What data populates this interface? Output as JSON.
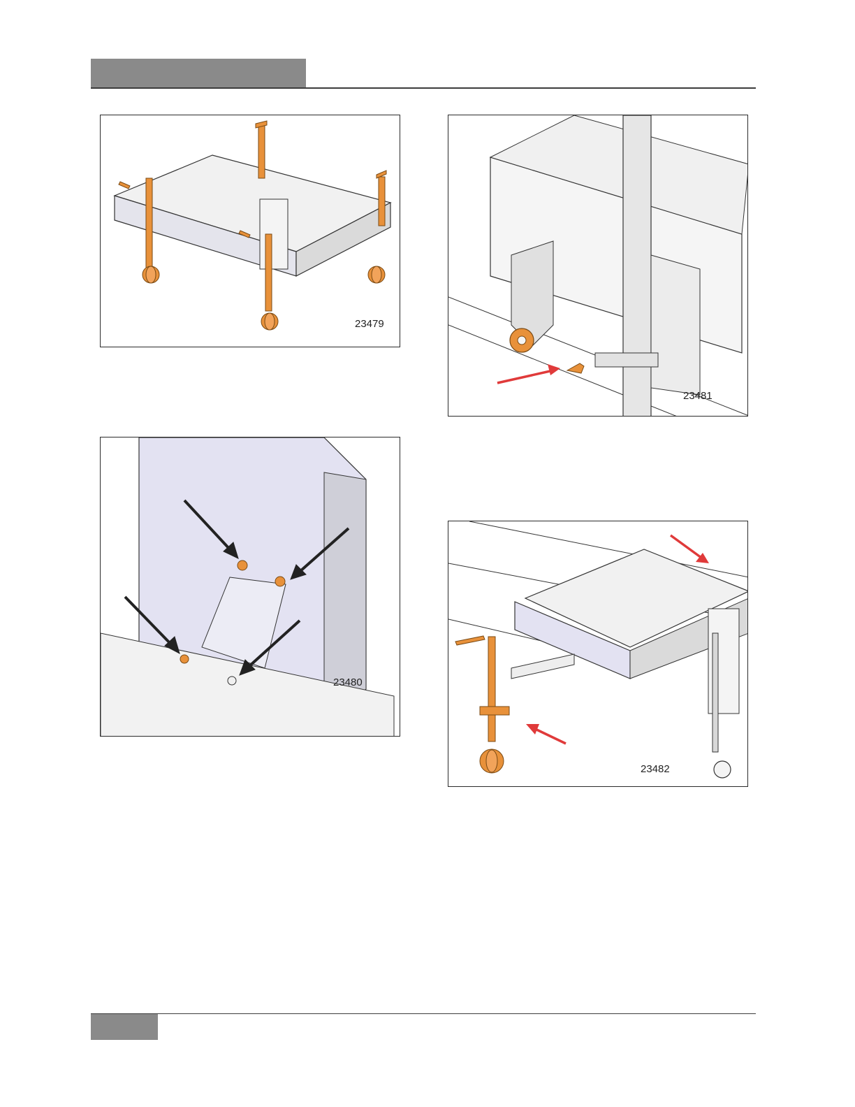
{
  "figures": [
    {
      "number": "23479"
    },
    {
      "number": "23481"
    },
    {
      "number": "23480"
    },
    {
      "number": "23482"
    }
  ],
  "colors": {
    "orange": "#e8913a",
    "red_arrow": "#e03a3a",
    "lavender": "#e3e2f2",
    "steel": "#dcdcdc"
  },
  "icons": [
    "red-arrow-icon",
    "black-arrow-icon"
  ]
}
